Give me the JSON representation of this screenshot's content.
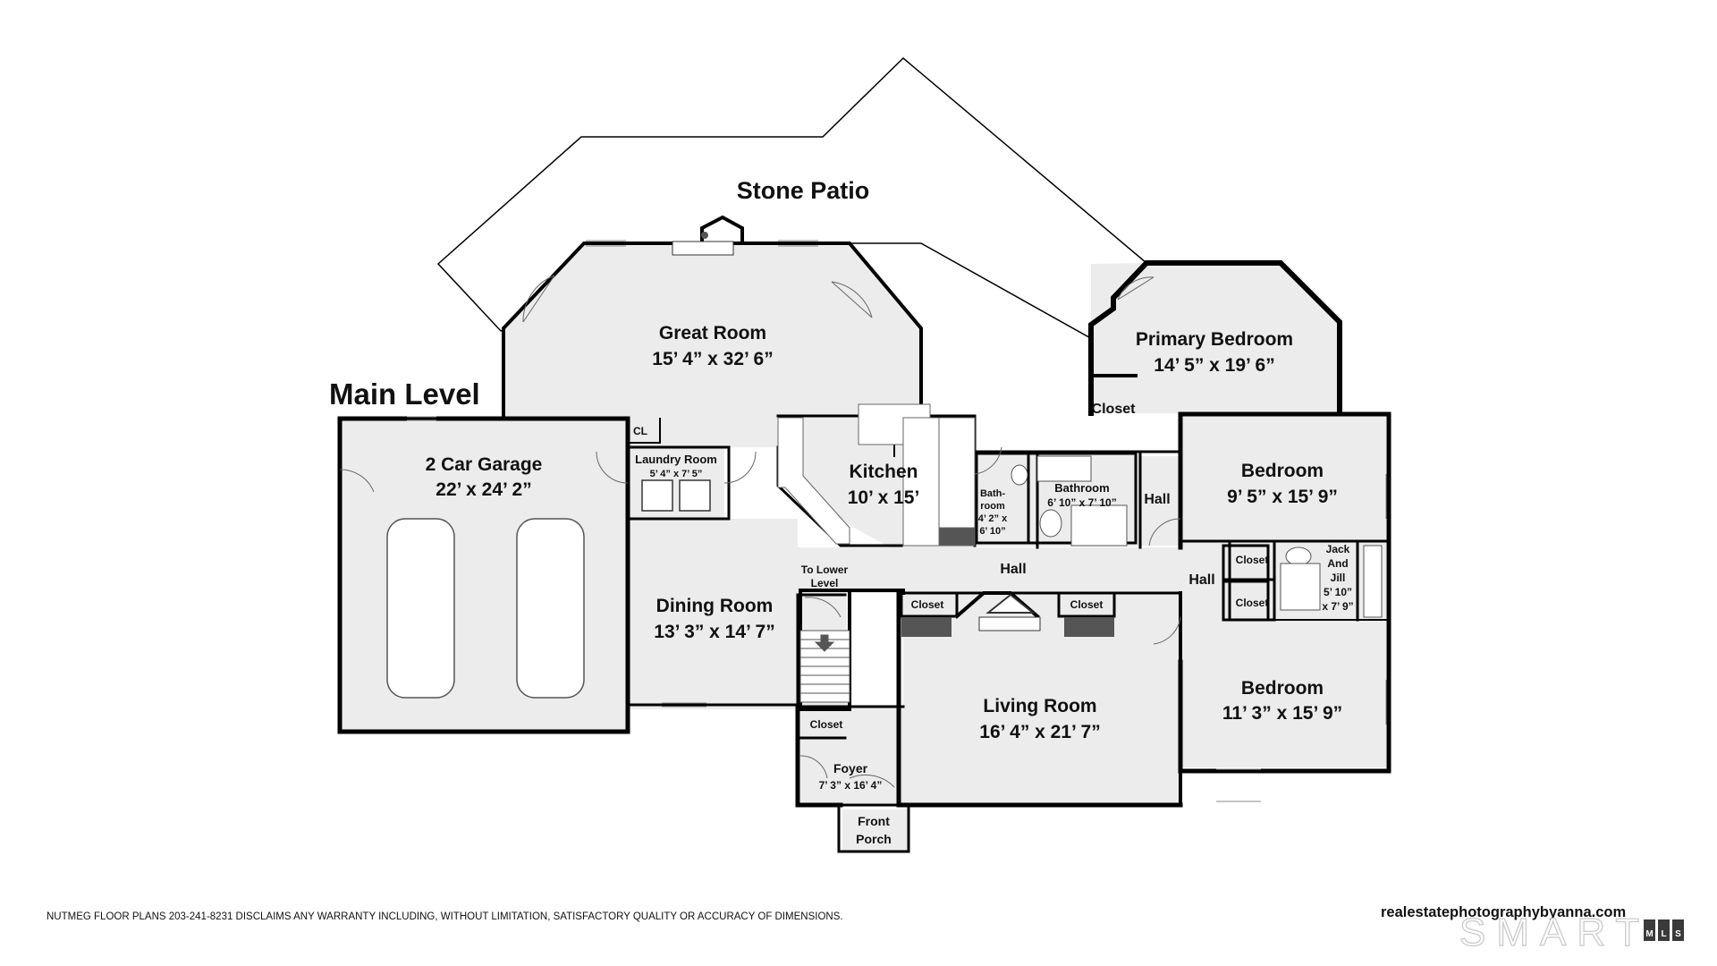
{
  "title": "Main Level",
  "patio": "Stone Patio",
  "rooms": {
    "great_room": {
      "name": "Great Room",
      "dims": "15’ 4” x 32’ 6”"
    },
    "primary_bedroom": {
      "name": "Primary Bedroom",
      "dims": "14’ 5” x 19’ 6”"
    },
    "garage": {
      "name": "2 Car Garage",
      "dims": "22’ x 24’ 2”"
    },
    "laundry": {
      "name": "Laundry Room",
      "dims": "5’ 4” x 7’ 5”"
    },
    "kitchen": {
      "name": "Kitchen",
      "dims": "10’ x 15’"
    },
    "bath_small": {
      "line1": "Bath-",
      "line2": "room",
      "line3": "4’ 2” x",
      "line4": "6’ 10”"
    },
    "bathroom": {
      "name": "Bathroom",
      "dims": "6’ 10” x 7’ 10”"
    },
    "bedroom_upper": {
      "name": "Bedroom",
      "dims": "9’ 5” x 15’ 9”"
    },
    "bedroom_lower": {
      "name": "Bedroom",
      "dims": "11’ 3” x 15’ 9”"
    },
    "jack_jill": {
      "line1": "Jack",
      "line2": "And",
      "line3": "Jill",
      "line4": "5’ 10”",
      "line5": "x 7’ 9”"
    },
    "dining": {
      "name": "Dining Room",
      "dims": "13’ 3” x 14’ 7”"
    },
    "living": {
      "name": "Living Room",
      "dims": "16’ 4” x 21’ 7”"
    },
    "foyer": {
      "name": "Foyer",
      "dims": "7’ 3” x 16’ 4”"
    },
    "front_porch": {
      "line1": "Front",
      "line2": "Porch"
    }
  },
  "labels": {
    "cl": "CL",
    "closet": "Closet",
    "hall": "Hall",
    "to_lower_1": "To Lower",
    "to_lower_2": "Level"
  },
  "footer": {
    "disclaimer": "NUTMEG FLOOR PLANS 203-241-8231 DISCLAIMS ANY WARRANTY INCLUDING, WITHOUT LIMITATION, SATISFACTORY QUALITY OR ACCURACY OF DIMENSIONS.",
    "website": "realestatephotographybyanna.com",
    "watermark": "SMART",
    "mls_letters": [
      "M",
      "L",
      "S"
    ]
  },
  "colors": {
    "wall": "#000000",
    "floor": "#ececec",
    "cabinet": "#555555"
  }
}
